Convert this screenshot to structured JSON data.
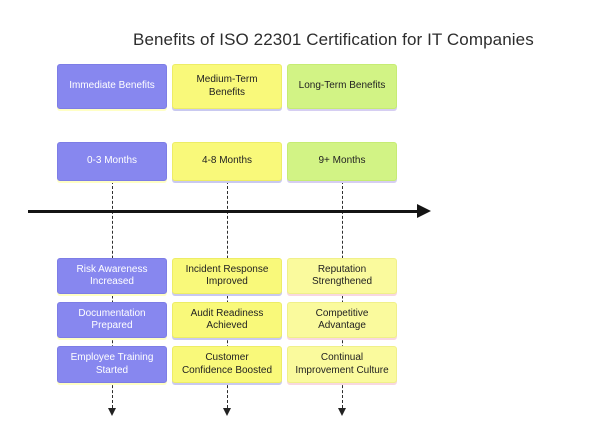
{
  "title": "Benefits of ISO 22301 Certification for IT Companies",
  "colors": {
    "immediate_fill": "#8787ef",
    "immediate_text": "#ffffff",
    "medium_fill": "#f9f97a",
    "long_header_fill": "#d2f385",
    "long_benefit_fill": "#fafa9d",
    "immediate_shadow": "#ffffc4",
    "medium_shadow": "#c9c9f0",
    "long_header_shadow": "#d6cef2",
    "long_benefit_shadow": "#f8d8e0",
    "timeline": "#141414"
  },
  "columns": [
    {
      "id": "immediate",
      "header": "Immediate Benefits",
      "period": "0-3 Months",
      "benefits": [
        "Risk Awareness\nIncreased",
        "Documentation\nPrepared",
        "Employee Training\nStarted"
      ]
    },
    {
      "id": "medium-term",
      "header": "Medium-Term\nBenefits",
      "period": "4-8 Months",
      "benefits": [
        "Incident Response\nImproved",
        "Audit Readiness\nAchieved",
        "Customer\nConfidence Boosted"
      ]
    },
    {
      "id": "long-term",
      "header": "Long-Term Benefits",
      "period": "9+ Months",
      "benefits": [
        "Reputation\nStrengthened",
        "Competitive\nAdvantage",
        "Continual\nImprovement Culture"
      ]
    }
  ]
}
